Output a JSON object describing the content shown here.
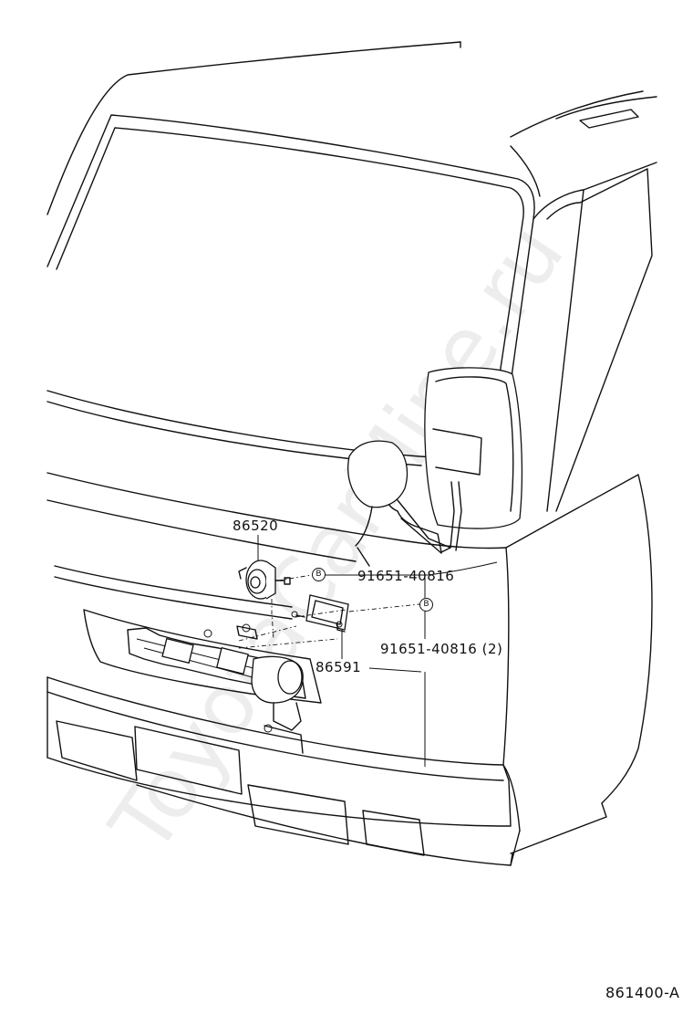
{
  "watermark": "ToyotaCarMine.ru",
  "diagram_code": "861400-A",
  "callouts": {
    "horn": "86520",
    "bracket": "86591",
    "bolt_upper": "91651-40816",
    "bolt_lower": "91651-40816 (2)",
    "bolt_symbol": "B"
  }
}
